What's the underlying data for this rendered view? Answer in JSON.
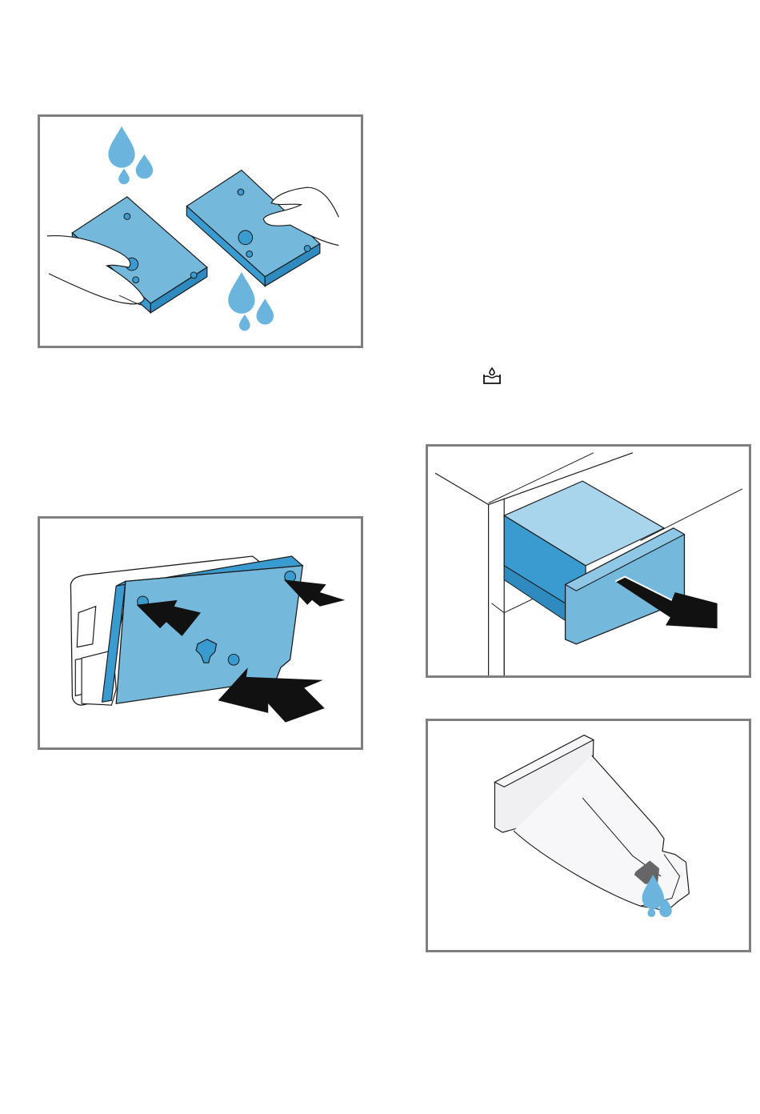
{
  "page": {
    "figures": [
      {
        "name": "rinse-filters",
        "icon": "water-drops"
      },
      {
        "name": "insert-filter",
        "icon": "push-arrows"
      },
      {
        "name": "pull-drawer",
        "icon": "pull-arrow"
      },
      {
        "name": "drain-drawer",
        "icon": "water-drops"
      }
    ],
    "symbol": {
      "icon": "water-tank-icon"
    }
  },
  "colors": {
    "blue_face": "#74b8dc",
    "blue_dark": "#3a9bd0",
    "blue_light": "#a9d5ec",
    "drop": "#6ab4de",
    "frame": "#7f7f7f"
  }
}
